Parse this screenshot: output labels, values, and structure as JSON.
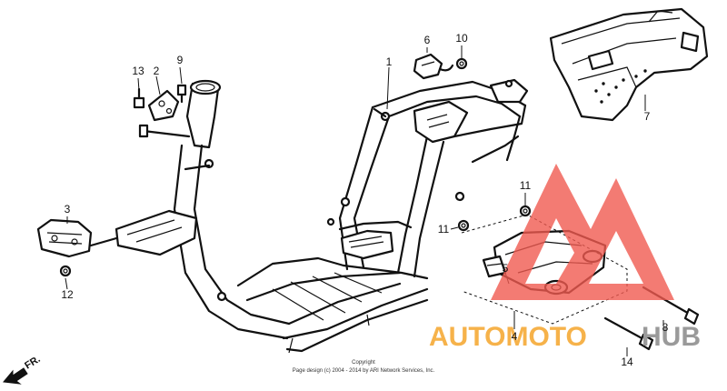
{
  "callouts": [
    "1",
    "2",
    "3",
    "4",
    "5",
    "6",
    "7",
    "8",
    "9",
    "10",
    "11",
    "11",
    "12",
    "13",
    "14"
  ],
  "direction_label": "FR.",
  "copyright": {
    "line1": "Copyright",
    "line2": "Page design (c) 2004 - 2014 by ARI Network Services, Inc."
  },
  "watermark": {
    "text_a": "AUTOMOTO",
    "text_b": "HUB",
    "color_a": "#f6b24a",
    "color_b": "#9a9a9a",
    "logo_color": "#f05a50"
  }
}
